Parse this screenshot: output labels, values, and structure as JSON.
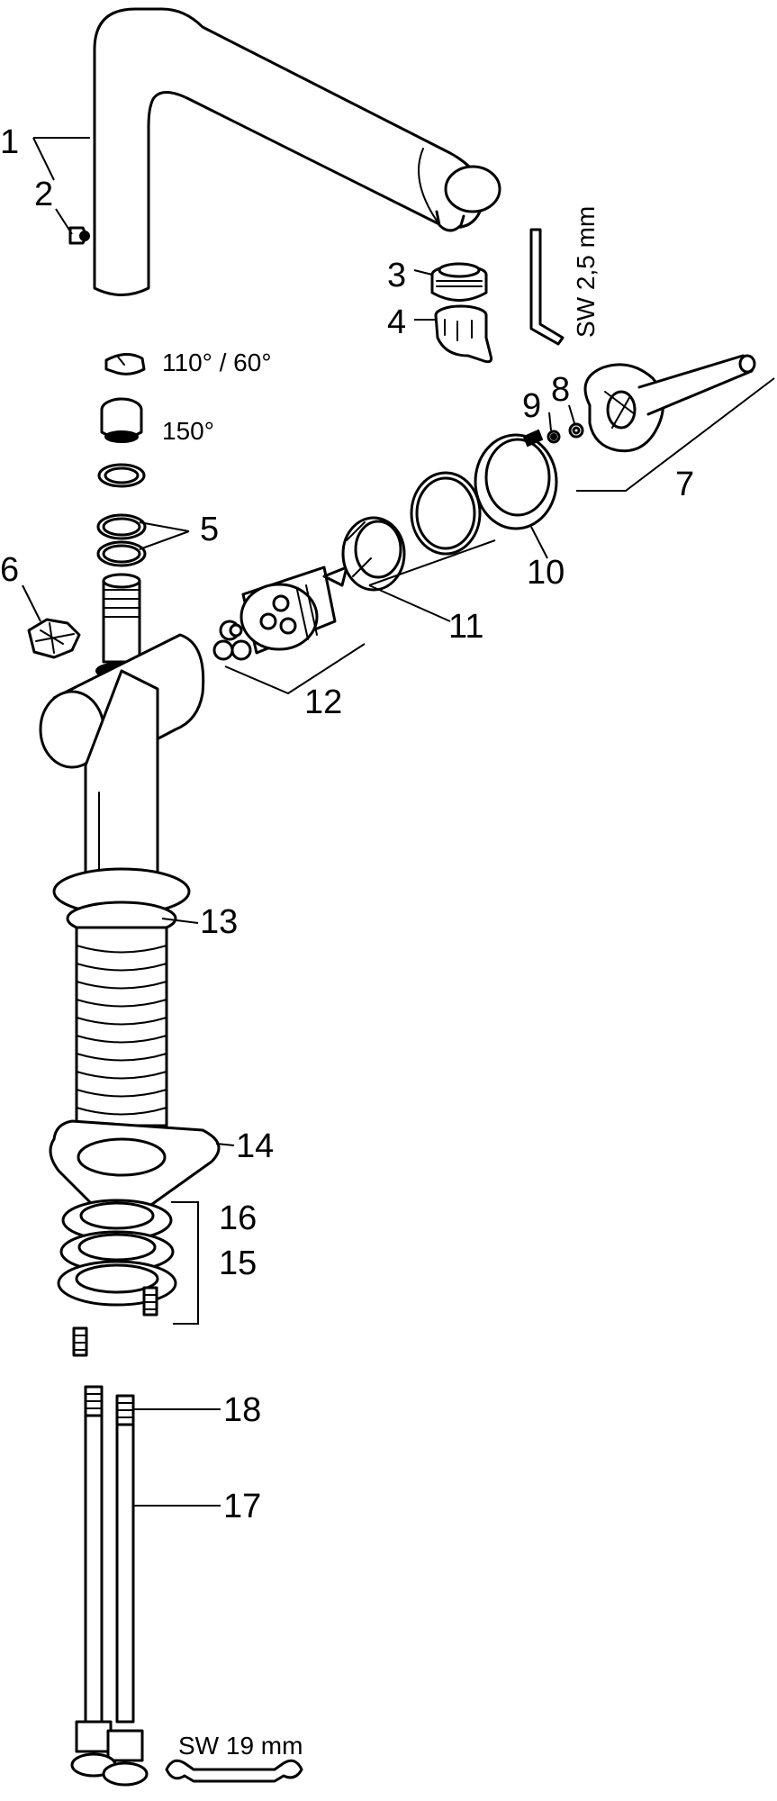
{
  "labels": {
    "p1": "1",
    "p2": "2",
    "p3": "3",
    "p4": "4",
    "p5": "5",
    "p6": "6",
    "p7": "7",
    "p8": "8",
    "p9": "9",
    "p10": "10",
    "p11": "11",
    "p12": "12",
    "p13": "13",
    "p14": "14",
    "p15": "15",
    "p16": "16",
    "p17": "17",
    "p18": "18"
  },
  "annotations": {
    "angle_a": "110° / 60°",
    "angle_b": "150°",
    "hex_key": "SW 2,5 mm",
    "wrench": "SW 19 mm"
  },
  "icons": [
    "hex-key-icon",
    "wrench-icon"
  ],
  "colors": {
    "ink": "#000000",
    "paper": "#ffffff"
  }
}
